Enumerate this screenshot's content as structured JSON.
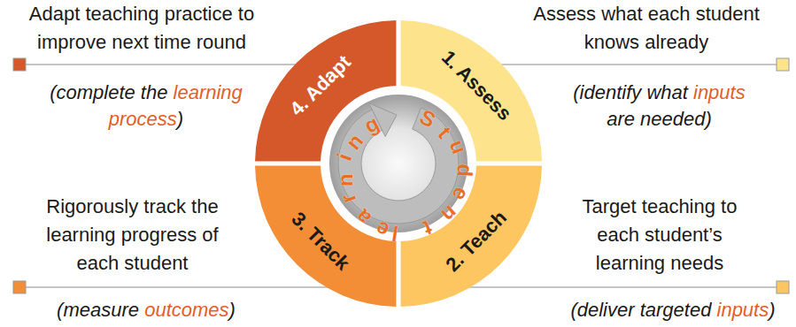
{
  "diagram": {
    "nodes": [
      {
        "text": [
          "1. Assess"
        ]
      },
      {
        "text": [
          "2. Teach"
        ]
      },
      {
        "text": [
          "3. Track"
        ]
      },
      {
        "text": [
          "4. Adapt"
        ]
      },
      {
        "text": [
          "Student learning"
        ]
      }
    ],
    "labels": [
      "Adapt teaching practice to improve next time round",
      "(complete the learning process)",
      "Assess what each student knows already",
      "(identify what inputs are needed)",
      "Rigorously track the learning progress of each student",
      "(measure outcomes)",
      "Target teaching to each student’s learning needs",
      "(deliver targeted inputs)"
    ]
  }
}
